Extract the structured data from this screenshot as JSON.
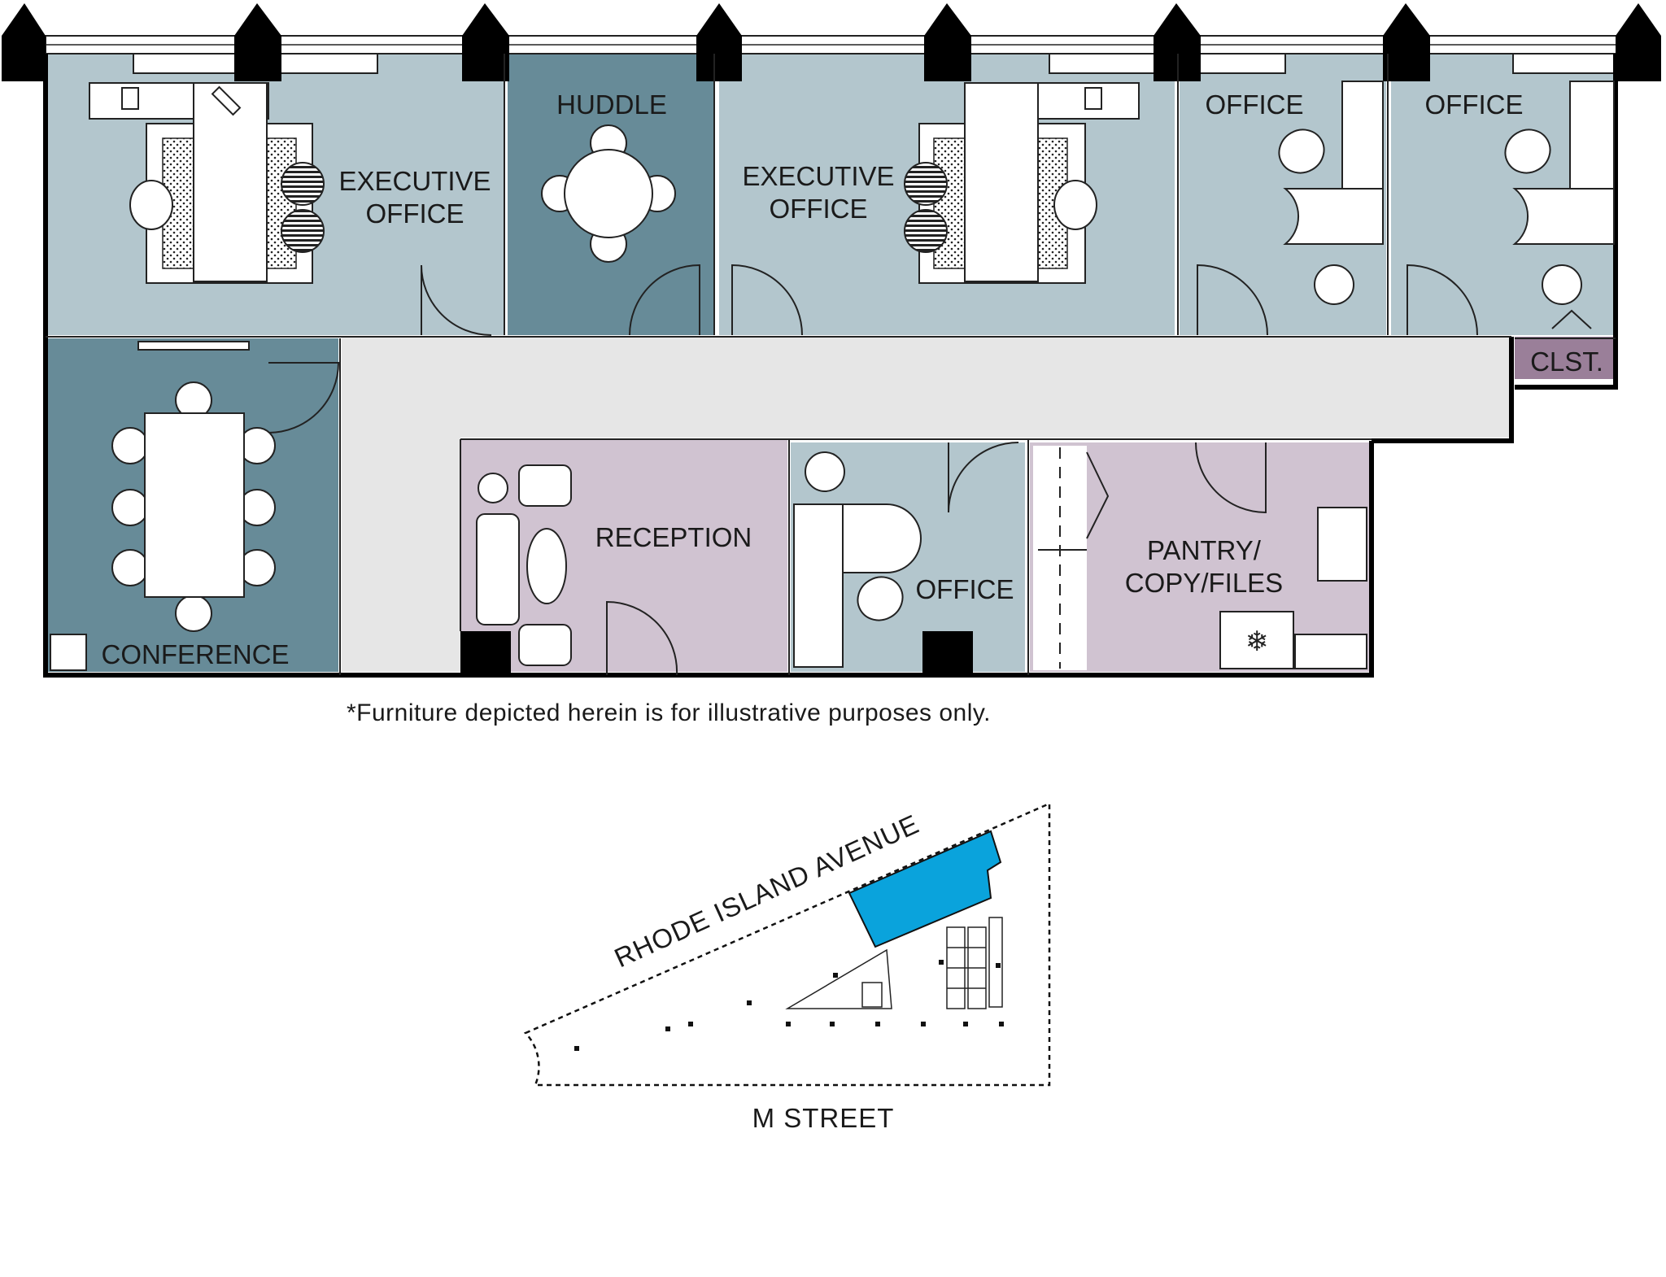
{
  "colors": {
    "office": "#b3c6cd",
    "huddle": "#678b98",
    "conference": "#678b98",
    "corridor": "#e6e6e6",
    "reception": "#d0c3d1",
    "closet": "#9a7f99",
    "highlight": "#0aa3dc"
  },
  "rooms": {
    "executive_office_1": [
      "EXECUTIVE",
      "OFFICE"
    ],
    "huddle": "HUDDLE",
    "executive_office_2": [
      "EXECUTIVE",
      "OFFICE"
    ],
    "office_1": "OFFICE",
    "office_2": "OFFICE",
    "closet": "CLST.",
    "conference": "CONFERENCE",
    "reception": "RECEPTION",
    "office_3": "OFFICE",
    "pantry": [
      "PANTRY/",
      "COPY/FILES"
    ]
  },
  "note": "*Furniture depicted herein is for illustrative purposes only.",
  "keyplan": {
    "street_top": "RHODE ISLAND AVENUE",
    "street_bottom": "M STREET"
  }
}
